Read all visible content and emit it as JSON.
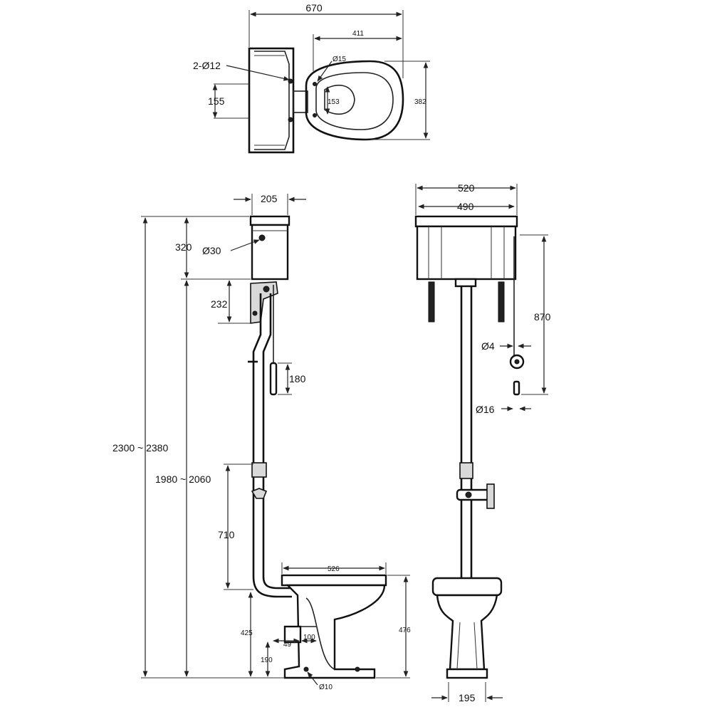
{
  "labels": {
    "top_width": "670",
    "top_offset": "411",
    "holes": "2-Ø12",
    "seat_hole": "Ø15",
    "fix_spacing": "155",
    "inner_153": "153",
    "top_depth": "382",
    "cistern_depth": "205",
    "cistern_height": "320",
    "cistern_outlet": "Ø30",
    "bracket": "232",
    "handle": "180",
    "overall_height": "2300 ~ 2380",
    "cistern_base_height": "1980 ~ 2060",
    "pipe_710": "710",
    "pan_length": "526",
    "pan_height": "476",
    "outlet_height": "425",
    "outlet_49": "49",
    "outlet_100": "100",
    "foot_190": "190",
    "bolt": "Ø10",
    "front_width": "520",
    "inner_width": "490",
    "chain_length": "870",
    "chain_dia": "Ø4",
    "pull_dia": "Ø16",
    "base_width": "195"
  }
}
